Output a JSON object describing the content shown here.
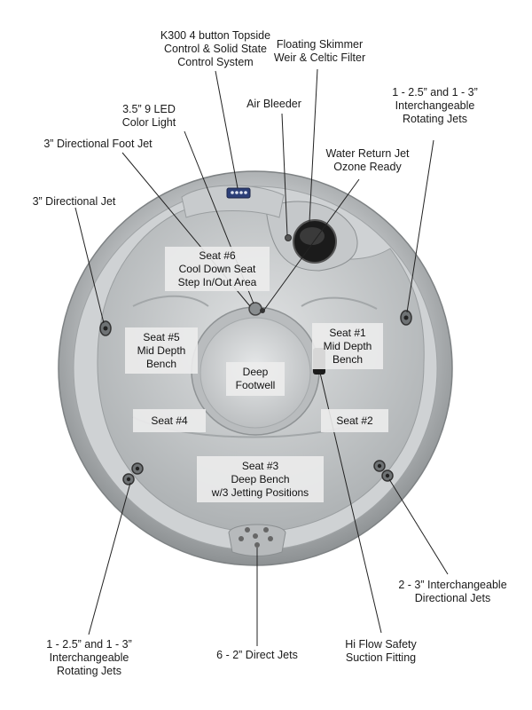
{
  "callouts": {
    "k300": [
      "K300 4 button Topside",
      "Control & Solid State",
      "Control System"
    ],
    "skimmer": [
      "Floating Skimmer",
      "Weir & Celtic Filter"
    ],
    "air_bleeder": [
      "Air Bleeder"
    ],
    "led": [
      "3.5” 9 LED",
      "Color Light"
    ],
    "rotating_top_right": [
      "1 - 2.5” and 1 - 3”",
      "Interchangeable",
      "Rotating Jets"
    ],
    "foot_jet": [
      "3” Directional Foot Jet"
    ],
    "water_return": [
      "Water Return Jet",
      "Ozone Ready"
    ],
    "directional_jet": [
      "3” Directional Jet"
    ],
    "directional_jets_right": [
      "2 - 3” Interchangeable",
      "Directional Jets"
    ],
    "rotating_bottom_left": [
      "1 - 2.5” and 1 - 3”",
      "Interchangeable",
      "Rotating Jets"
    ],
    "direct_jets": [
      "6 - 2” Direct Jets"
    ],
    "suction": [
      "Hi Flow Safety",
      "Suction Fitting"
    ]
  },
  "seats": {
    "seat6": [
      "Seat #6",
      "Cool Down Seat",
      "Step In/Out Area"
    ],
    "seat1": [
      "Seat #1",
      "Mid Depth",
      "Bench"
    ],
    "seat5": [
      "Seat #5",
      "Mid Depth",
      "Bench"
    ],
    "footwell": [
      "Deep",
      "Footwell"
    ],
    "seat4": [
      "Seat #4"
    ],
    "seat2": [
      "Seat #2"
    ],
    "seat3": [
      "Seat #3",
      "Deep Bench",
      "w/3 Jetting Positions"
    ]
  },
  "colors": {
    "shell_outer": "#a9adaf",
    "shell_light": "#d3d6d8",
    "text": "#1a1a1a",
    "label_bg": "#ececec",
    "leader": "#222222"
  }
}
